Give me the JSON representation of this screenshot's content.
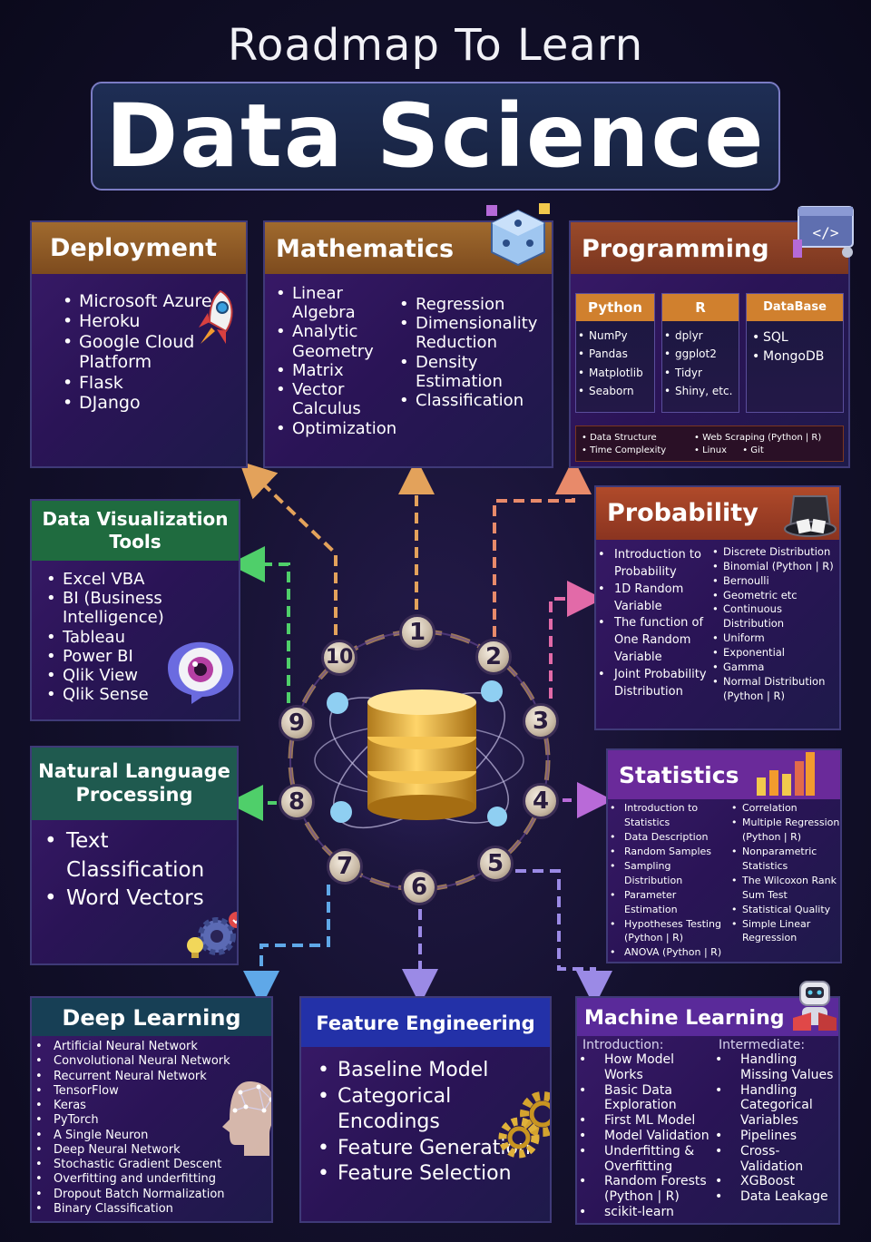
{
  "header": {
    "subtitle": "Roadmap To Learn",
    "title": "Data Science"
  },
  "deployment": {
    "title": "Deployment",
    "items": [
      "Microsoft Azure",
      "Heroku",
      "Google Cloud Platform",
      "Flask",
      "DJango"
    ],
    "icon": "rocket-icon"
  },
  "mathematics": {
    "title": "Mathematics",
    "left_items": [
      "Linear Algebra",
      "Analytic Geometry",
      "Matrix",
      "Vector Calculus",
      "Optimization"
    ],
    "right_items": [
      "Regression",
      "Dimensionality Reduction",
      "Density Estimation",
      "Classification"
    ],
    "icon": "dice-cube-icon"
  },
  "programming": {
    "title": "Programming",
    "python": {
      "label": "Python",
      "items": [
        "NumPy",
        "Pandas",
        "Matplotlib",
        "Seaborn"
      ]
    },
    "r": {
      "label": "R",
      "items": [
        "dplyr",
        "ggplot2",
        "Tidyr",
        "Shiny, etc."
      ]
    },
    "database": {
      "label": "DataBase",
      "items": [
        "SQL",
        "MongoDB"
      ]
    },
    "footer_left": [
      "Data Structure",
      "Time Complexity"
    ],
    "footer_mid": [
      "Web Scraping (Python | R)",
      "Linux"
    ],
    "footer_right": "Git",
    "icon": "code-window-icon"
  },
  "probability": {
    "title": "Probability",
    "left_items": [
      "Introduction to Probability",
      "1D Random Variable",
      "The function of One Random Variable",
      "Joint Probability Distribution"
    ],
    "right_items": [
      "Discrete Distribution",
      "Binomial (Python | R)",
      "Bernoulli",
      "Geometric etc",
      "Continuous Distribution",
      "Uniform",
      "Exponential",
      "Gamma",
      "Normal Distribution (Python | R)"
    ],
    "icon": "top-hat-dice-icon"
  },
  "statistics": {
    "title": "Statistics",
    "left_items": [
      "Introduction to Statistics",
      "Data Description",
      "Random Samples",
      "Sampling Distribution",
      "Parameter Estimation",
      "Hypotheses Testing (Python | R)",
      "ANOVA (Python | R)"
    ],
    "right_items": [
      "Correlation",
      "Multiple Regression (Python | R)",
      "Nonparametric Statistics",
      "The Wilcoxon Rank Sum Test",
      "Statistical Quality",
      "Simple Linear Regression"
    ],
    "icon": "bar-chart-icon"
  },
  "machine_learning": {
    "title": "Machine Learning",
    "intro_label": "Introduction:",
    "intro_items": [
      "How Model Works",
      "Basic Data Exploration",
      "First ML Model",
      "Model Validation",
      "Underfitting & Overfitting",
      "Random Forests (Python | R)",
      "scikit-learn"
    ],
    "inter_label": "Intermediate:",
    "inter_items": [
      "Handling Missing Values",
      "Handling Categorical Variables",
      "Pipelines",
      "Cross-Validation",
      "XGBoost",
      "Data Leakage"
    ],
    "icon": "robot-icon"
  },
  "feature_engineering": {
    "title": "Feature Engineering",
    "items": [
      "Baseline Model",
      "Categorical Encodings",
      "Feature Generation",
      "Feature Selection"
    ],
    "icon": "gears-icon"
  },
  "deep_learning": {
    "title": "Deep Learning",
    "items": [
      "Artificial Neural Network",
      "Convolutional Neural Network",
      "Recurrent Neural Network",
      "TensorFlow",
      "Keras",
      "PyTorch",
      "A Single Neuron",
      "Deep Neural Network",
      "Stochastic Gradient Descent",
      "Overfitting and underfitting",
      "Dropout Batch Normalization",
      "Binary Classification"
    ],
    "icon": "brain-head-icon"
  },
  "nlp": {
    "title": "Natural Language Processing",
    "items": [
      "Text Classification",
      "Word Vectors"
    ],
    "icon": "gear-bulb-icon"
  },
  "data_viz": {
    "title": "Data Visualization Tools",
    "items": [
      "Excel VBA",
      "BI (Business Intelligence)",
      "Tableau",
      "Power BI",
      "Qlik View",
      "Qlik Sense"
    ],
    "icon": "eye-icon"
  },
  "steps": [
    "1",
    "2",
    "3",
    "4",
    "5",
    "6",
    "7",
    "8",
    "9",
    "10"
  ],
  "colors": {
    "orange": "#d0802e",
    "green": "#1f6b3f",
    "purple": "#6a2a9a",
    "blue": "#2331a8",
    "teal": "#173f55"
  }
}
